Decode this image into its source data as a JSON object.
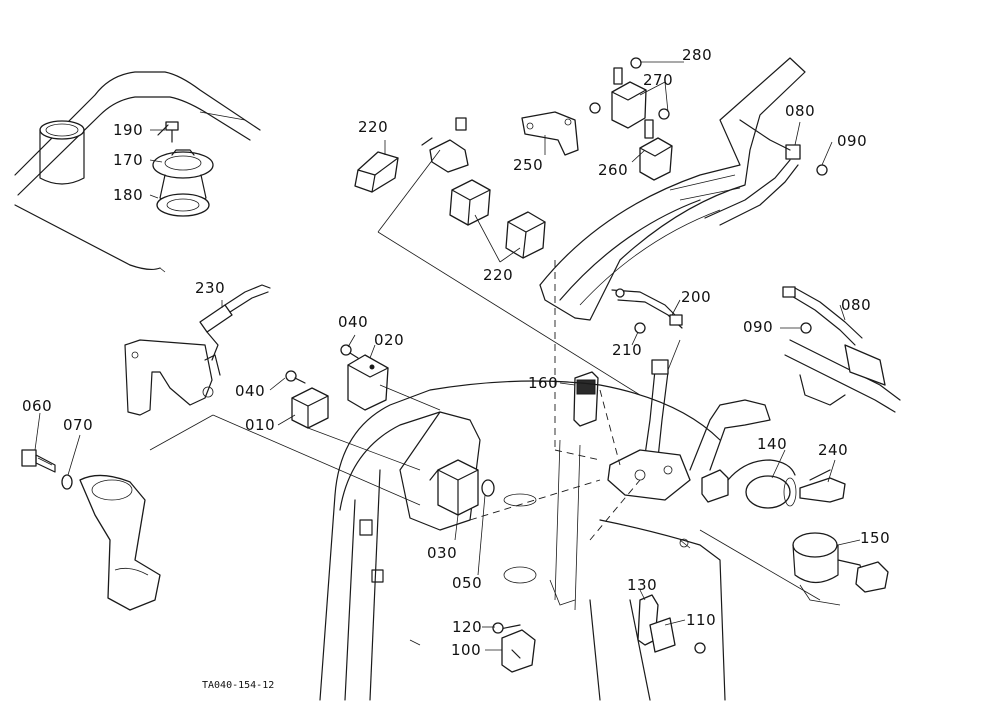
{
  "figure_code": "TA040-154-12",
  "callouts": {
    "c190": "190",
    "c170": "170",
    "c180": "180",
    "c220a": "220",
    "c220b": "220",
    "c250": "250",
    "c260": "260",
    "c270": "270",
    "c280": "280",
    "c080a": "080",
    "c090a": "090",
    "c230": "230",
    "c040a": "040",
    "c020": "020",
    "c040b": "040",
    "c010": "010",
    "c200": "200",
    "c210": "210",
    "c080b": "080",
    "c090b": "090",
    "c160": "160",
    "c060": "060",
    "c070": "070",
    "c140": "140",
    "c240": "240",
    "c150": "150",
    "c030": "030",
    "c050": "050",
    "c130": "130",
    "c110": "110",
    "c120": "120",
    "c100": "100"
  }
}
